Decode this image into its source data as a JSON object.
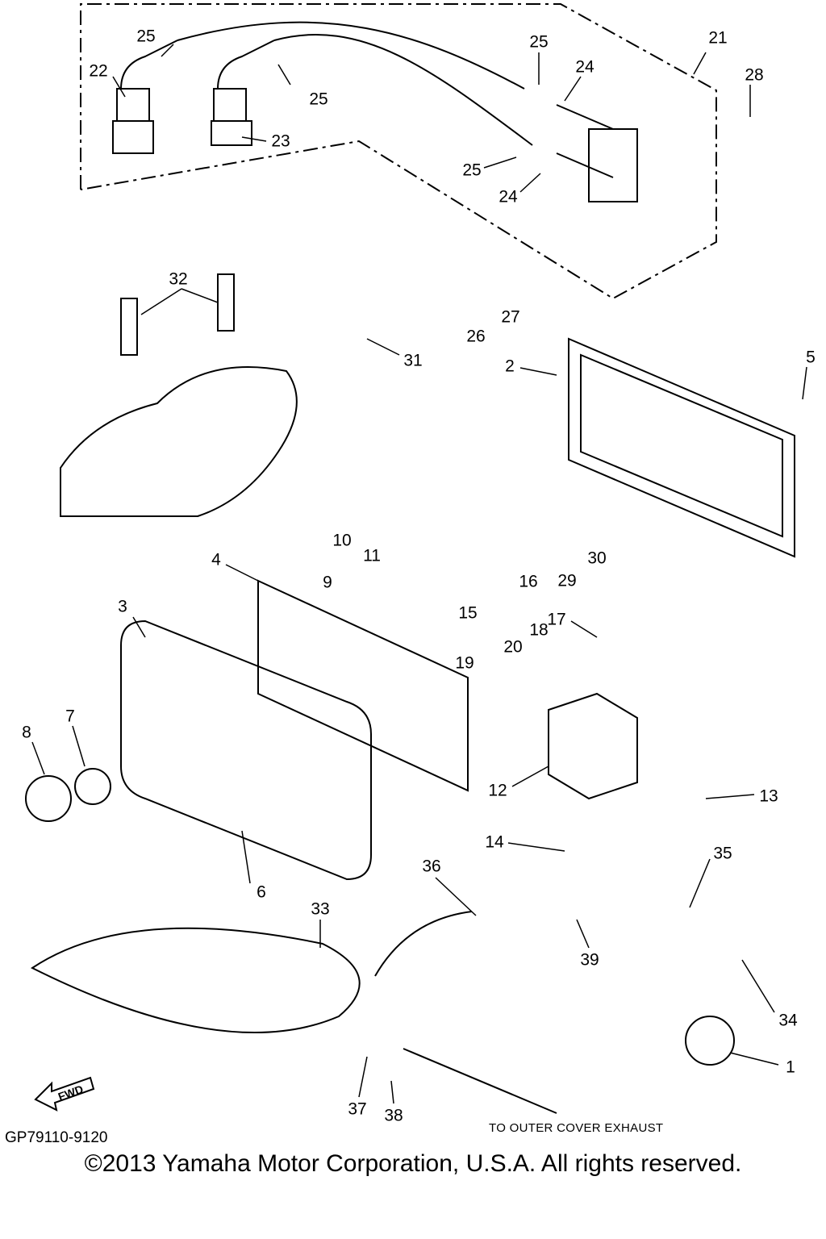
{
  "callouts": {
    "c1": "1",
    "c2": "2",
    "c3": "3",
    "c4": "4",
    "c5": "5",
    "c6": "6",
    "c7": "7",
    "c8": "8",
    "c9": "9",
    "c10": "10",
    "c11": "11",
    "c12": "12",
    "c13": "13",
    "c14": "14",
    "c15": "15",
    "c16": "16",
    "c17": "17",
    "c18": "18",
    "c19": "19",
    "c20": "20",
    "c21": "21",
    "c22": "22",
    "c23": "23",
    "c24a": "24",
    "c24b": "24",
    "c25a": "25",
    "c25b": "25",
    "c25c": "25",
    "c25d": "25",
    "c26": "26",
    "c27": "27",
    "c28": "28",
    "c29": "29",
    "c30": "30",
    "c31": "31",
    "c32": "32",
    "c33": "33",
    "c34": "34",
    "c35": "35",
    "c36": "36",
    "c37": "37",
    "c38": "38",
    "c39": "39"
  },
  "fwd_label": "FWD",
  "diagram_code": "GP79110-9120",
  "exhaust_note": "TO OUTER COVER EXHAUST",
  "copyright": "©2013 Yamaha Motor Corporation, U.S.A. All rights reserved."
}
